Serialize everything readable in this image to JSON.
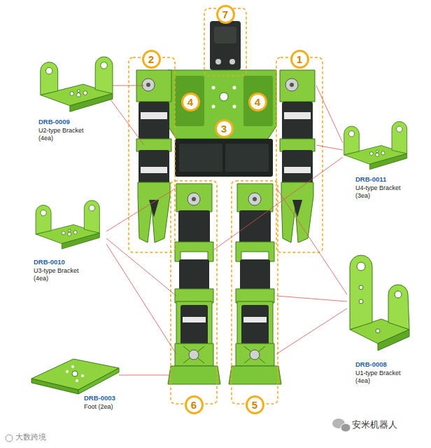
{
  "diagram": {
    "nodes": [
      {
        "text": [
          "7"
        ]
      },
      {
        "text": [
          "2"
        ]
      },
      {
        "text": [
          "1"
        ]
      },
      {
        "text": [
          "4"
        ]
      },
      {
        "text": [
          "4"
        ]
      },
      {
        "text": [
          "3"
        ]
      },
      {
        "text": [
          "6"
        ]
      },
      {
        "text": [
          "5"
        ]
      }
    ],
    "labels": [
      "DRB-0009",
      "U2-type Bracket (4ea)",
      "DRB-0011",
      "U4-type Bracket (3ea)",
      "DRB-0010",
      "U3-type Bracket (4ea)",
      "DRB-0008",
      "U1-type Bracket (4ea)",
      "DRB-0003",
      "Foot (2ea)",
      "大数跨境",
      "安米机器人"
    ]
  }
}
